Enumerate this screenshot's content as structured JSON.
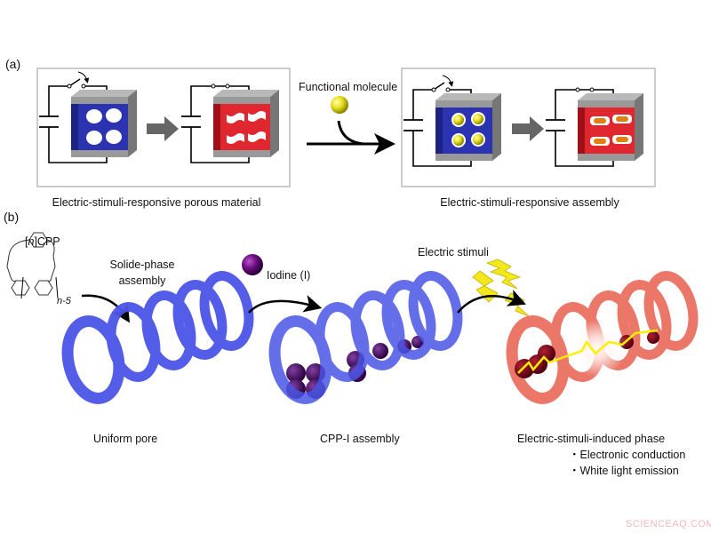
{
  "panel_a": {
    "label": "(a)",
    "functional_molecule": "Functional molecule",
    "caption_left": "Electric-stimuli-responsive porous material",
    "caption_right": "Electric-stimuli-responsive assembly"
  },
  "panel_b": {
    "label": "(b)",
    "cpp_label_pre": "[",
    "cpp_label_n": "n",
    "cpp_label_post": "]CPP",
    "cpp_subscript": "n-5",
    "step1": [
      "Solide-phase",
      "assembly"
    ],
    "iodine": "Iodine (I)",
    "electric_stimuli": "Electric stimuli",
    "caption_1": "Uniform pore",
    "caption_2": "CPP-I assembly",
    "caption_3": "Electric-stimuli-induced phase",
    "bullets": [
      "・Electronic conduction",
      "・White light emission"
    ]
  },
  "watermark": "SCIENCEAQ.COM",
  "colors": {
    "porous_blue": "#2b33b0",
    "stimulated_red": "#e0262e",
    "tube_blue": "#4a55e6",
    "tube_red": "#e8604f",
    "iodine_purple": "#4a0a5e",
    "molecule_yellow": "#e8e020"
  }
}
